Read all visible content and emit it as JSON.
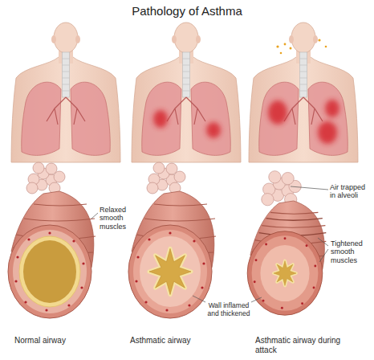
{
  "diagram": {
    "title": "Pathology of Asthma",
    "labels": [
      "Relaxed smooth muscles",
      "Air trapped in alveoli",
      "Tightened smooth muscles",
      "Wall inflamed and thickened",
      "Normal airway",
      "Asthmatic airway",
      "Asthmatic airway during attack"
    ]
  }
}
